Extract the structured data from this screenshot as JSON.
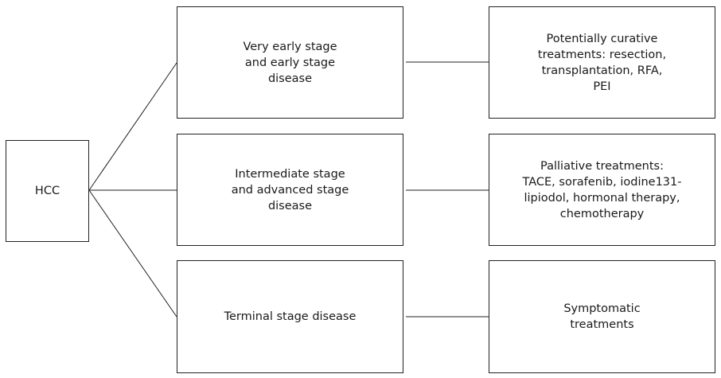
{
  "diagram": {
    "root": {
      "label": "HCC"
    },
    "stages": [
      {
        "lines": [
          "Very early stage",
          "and early stage",
          "disease"
        ]
      },
      {
        "lines": [
          "Intermediate stage",
          "and advanced stage",
          "disease"
        ]
      },
      {
        "lines": [
          "Terminal stage disease"
        ]
      }
    ],
    "treatments": [
      {
        "lines": [
          "Potentially curative",
          "treatments: resection,",
          "transplantation, RFA,",
          "PEI"
        ]
      },
      {
        "lines": [
          "Palliative treatments:",
          "TACE, sorafenib, iodine131-",
          "lipiodol, hormonal therapy,",
          "chemotherapy"
        ]
      },
      {
        "lines": [
          "Symptomatic",
          "treatments"
        ]
      }
    ],
    "colors": {
      "border": "#222222",
      "line": "#222222",
      "background": "#ffffff"
    }
  }
}
